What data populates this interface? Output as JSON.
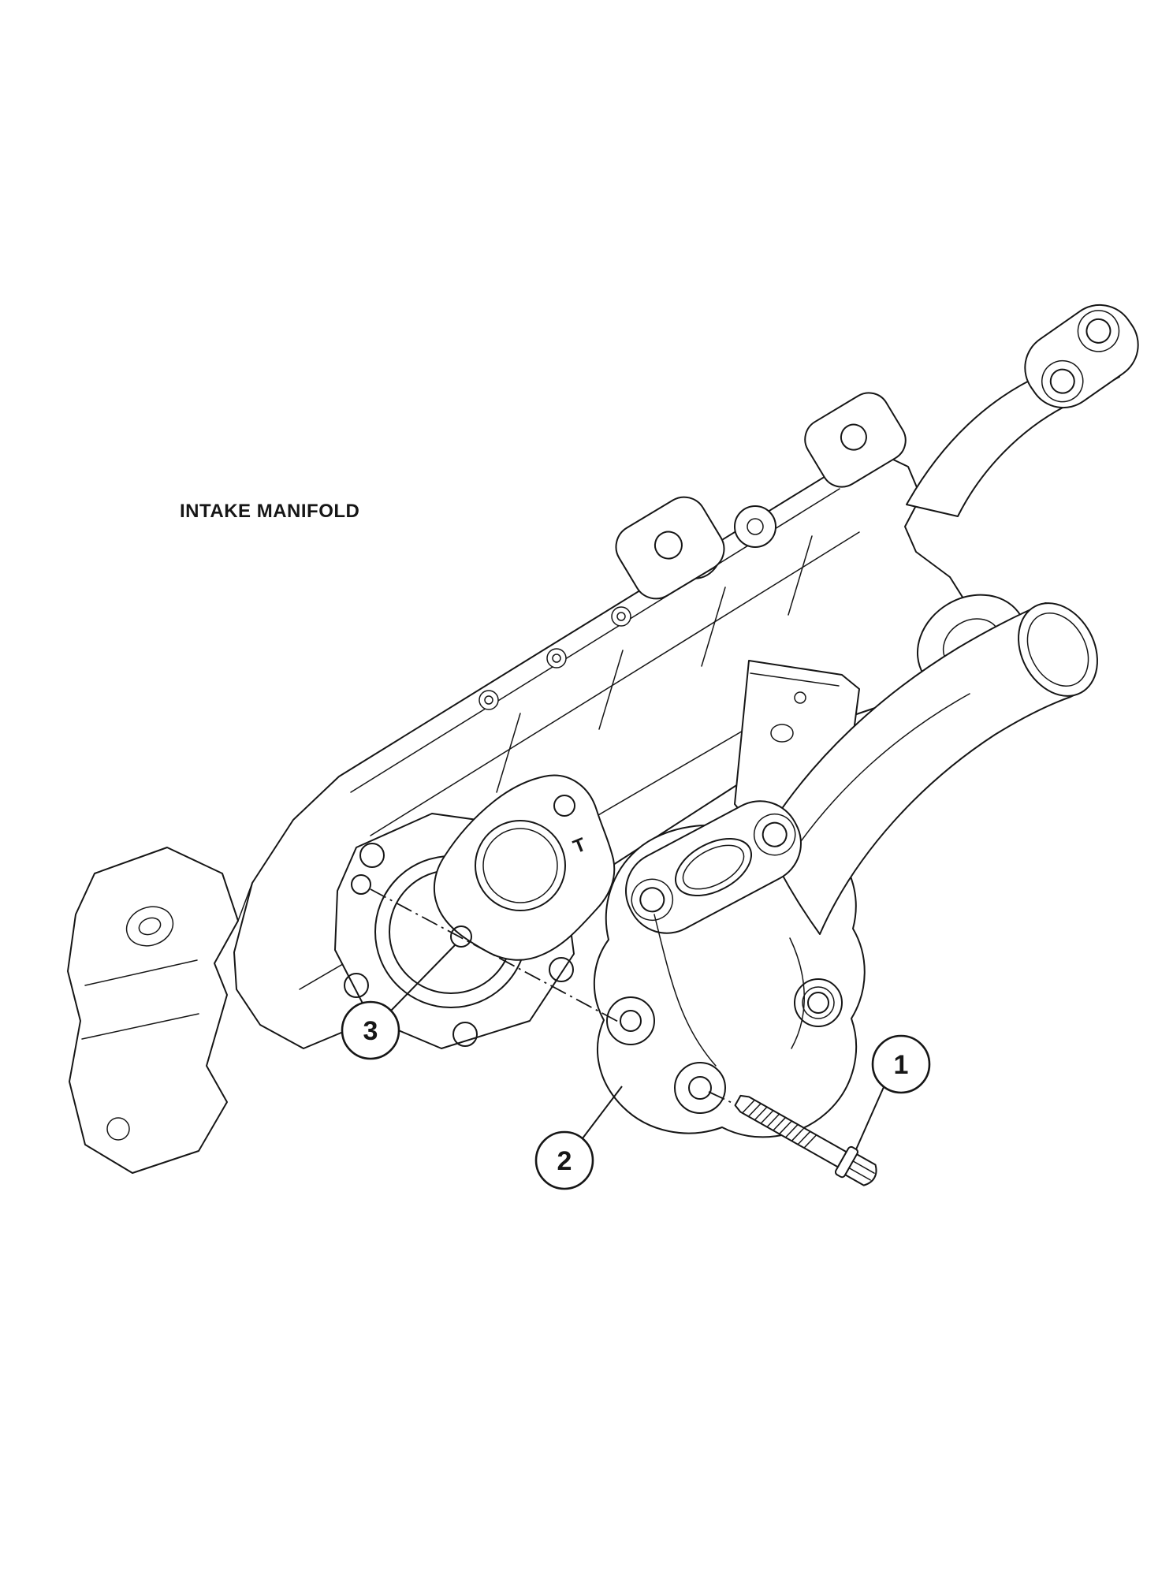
{
  "colors": {
    "background": "#ffffff",
    "line": "#161616"
  },
  "diagram": {
    "manifold_label": "INTAKE MANIFOLD",
    "gasket_mark": "T",
    "callouts": [
      {
        "number": "1"
      },
      {
        "number": "2"
      },
      {
        "number": "3"
      }
    ]
  }
}
